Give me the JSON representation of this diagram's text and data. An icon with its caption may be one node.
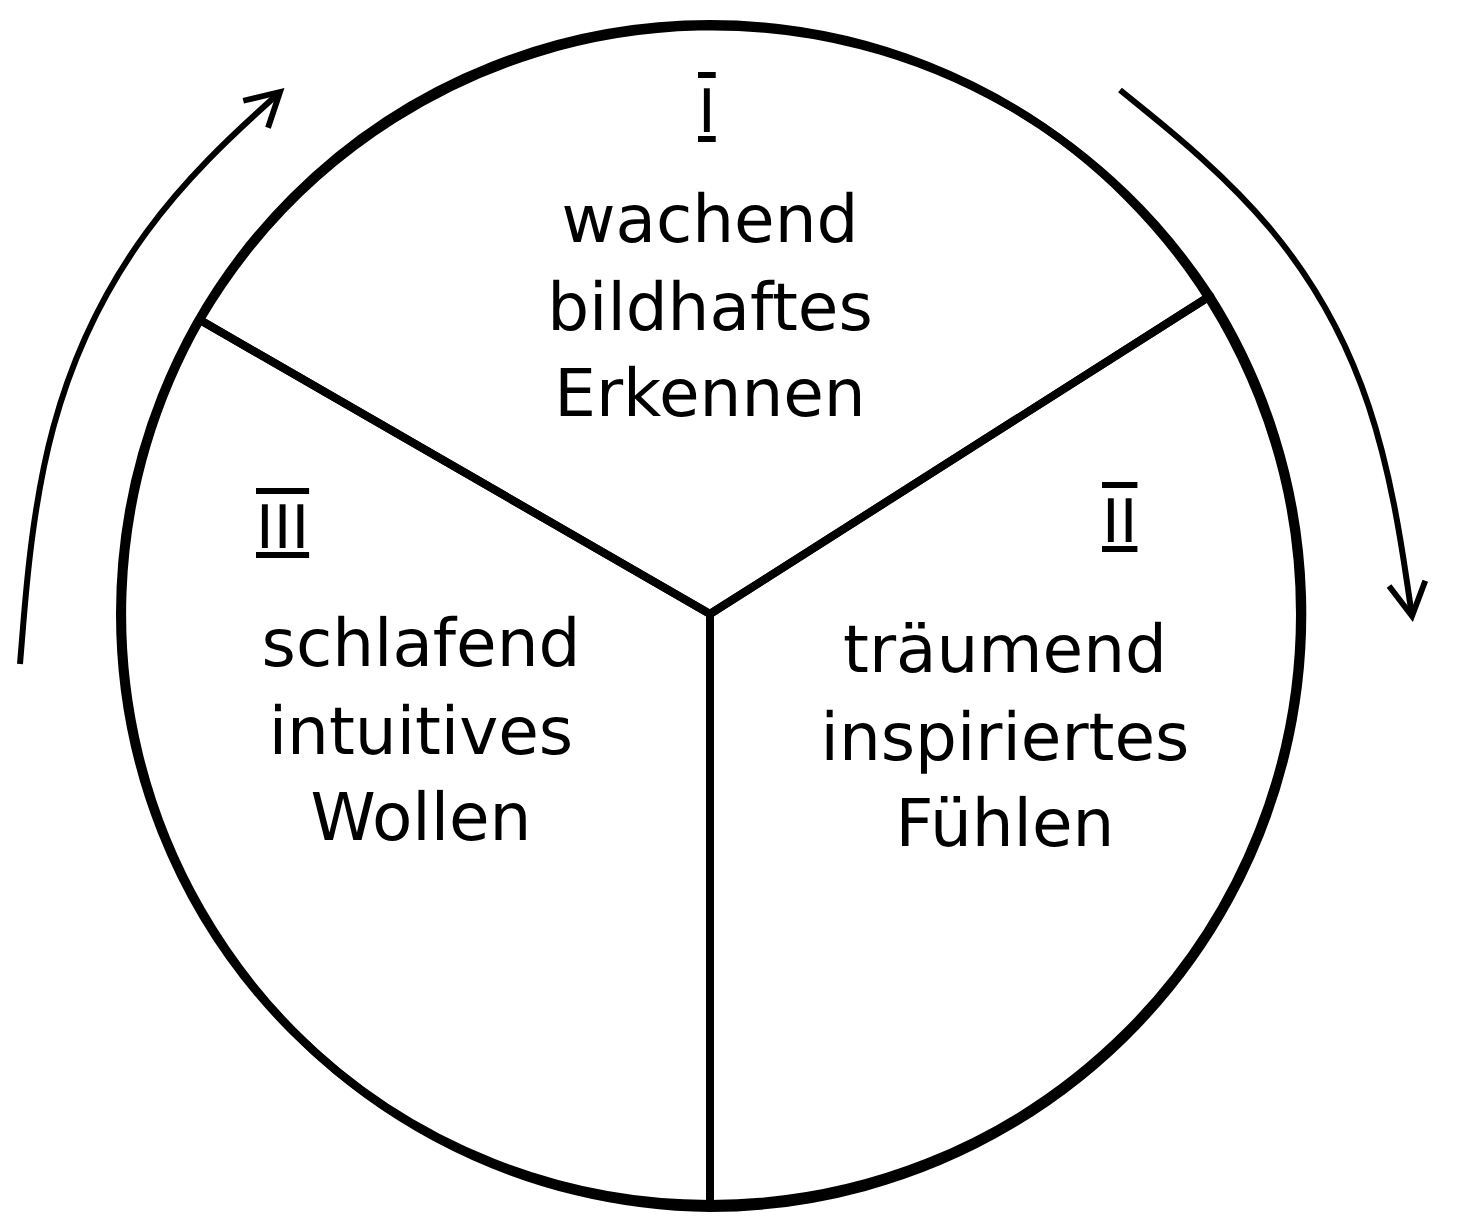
{
  "diagram": {
    "nodes": [
      {
        "text": [],
        "shape": "circle"
      },
      {
        "text": [
          "I",
          "wachend bildhaftes Erkennen"
        ],
        "in": 0
      },
      {
        "text": [
          "III",
          "schlafend intuitives Wollen"
        ],
        "in": 0
      },
      {
        "text": [
          "II",
          "träumend inspiriertes Fühlen"
        ],
        "in": 0
      }
    ]
  }
}
